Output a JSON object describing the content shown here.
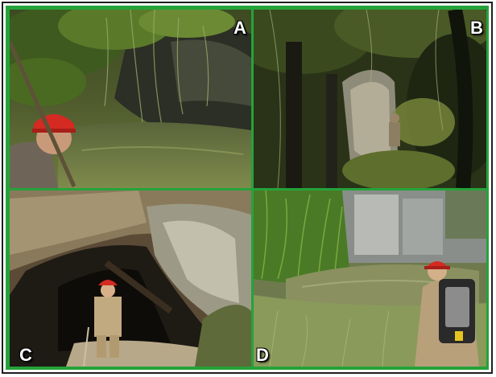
{
  "panels": {
    "a": {
      "label": "A"
    },
    "b": {
      "label": "B"
    },
    "c": {
      "label": "C"
    },
    "d": {
      "label": "D"
    }
  },
  "colors": {
    "frame_green": "#25a33a",
    "frame_dark": "#1e1e1e",
    "label_text": "#ffffff",
    "helmet_red": "#d42a22"
  },
  "icons": {
    "panel_a": "cave-spring-photo",
    "panel_b": "rock-outcrop-photo",
    "panel_c": "cave-entrance-photo",
    "panel_d": "pond-photo"
  }
}
